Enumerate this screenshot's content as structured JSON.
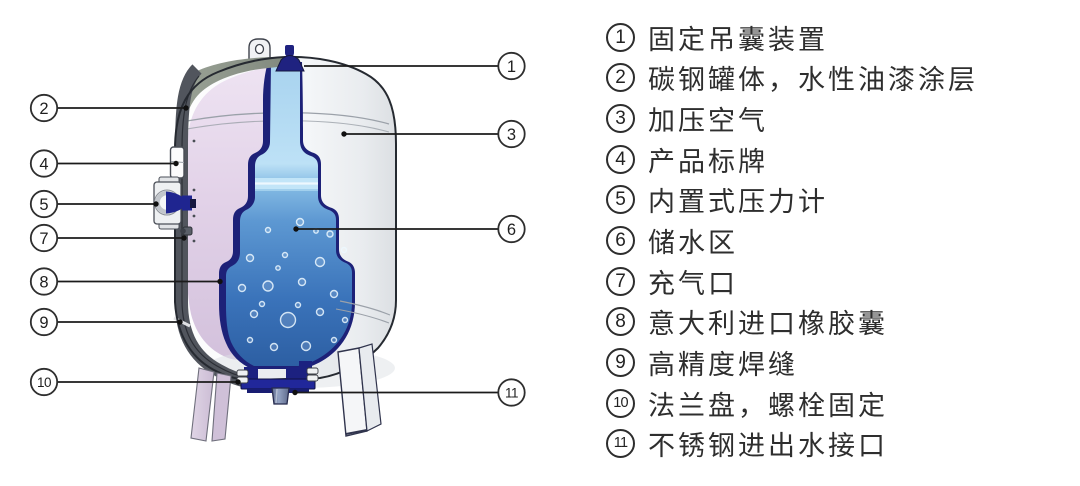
{
  "page": {
    "background": "#ffffff"
  },
  "diagram": {
    "callouts_left": [
      {
        "num": "2"
      },
      {
        "num": "4"
      },
      {
        "num": "5"
      },
      {
        "num": "7"
      },
      {
        "num": "8"
      },
      {
        "num": "9"
      },
      {
        "num": "10"
      }
    ],
    "callouts_right": [
      {
        "num": "1"
      },
      {
        "num": "3"
      },
      {
        "num": "6"
      },
      {
        "num": "11"
      }
    ],
    "colors": {
      "tank_shell": "#f4f6f8",
      "cut_edge": "#51555d",
      "inner_wall": "#e2d2e8",
      "dome_cut": "#8c9389",
      "bladder_membrane": "#1d2178",
      "water_light": "#a8d3ef",
      "water_deep": "#2d5fa3",
      "flange_blue": "#21279a",
      "leader_line": "#1b1b1b"
    }
  },
  "legend": {
    "items": [
      {
        "num": "1",
        "label": "固定吊囊装置"
      },
      {
        "num": "2",
        "label": "碳钢罐体，水性油漆涂层"
      },
      {
        "num": "3",
        "label": "加压空气"
      },
      {
        "num": "4",
        "label": "产品标牌"
      },
      {
        "num": "5",
        "label": "内置式压力计"
      },
      {
        "num": "6",
        "label": "储水区"
      },
      {
        "num": "7",
        "label": "充气口"
      },
      {
        "num": "8",
        "label": "意大利进口橡胶囊"
      },
      {
        "num": "9",
        "label": "高精度焊缝"
      },
      {
        "num": "10",
        "label": "法兰盘，螺栓固定"
      },
      {
        "num": "11",
        "label": "不锈钢进出水接口"
      }
    ]
  }
}
